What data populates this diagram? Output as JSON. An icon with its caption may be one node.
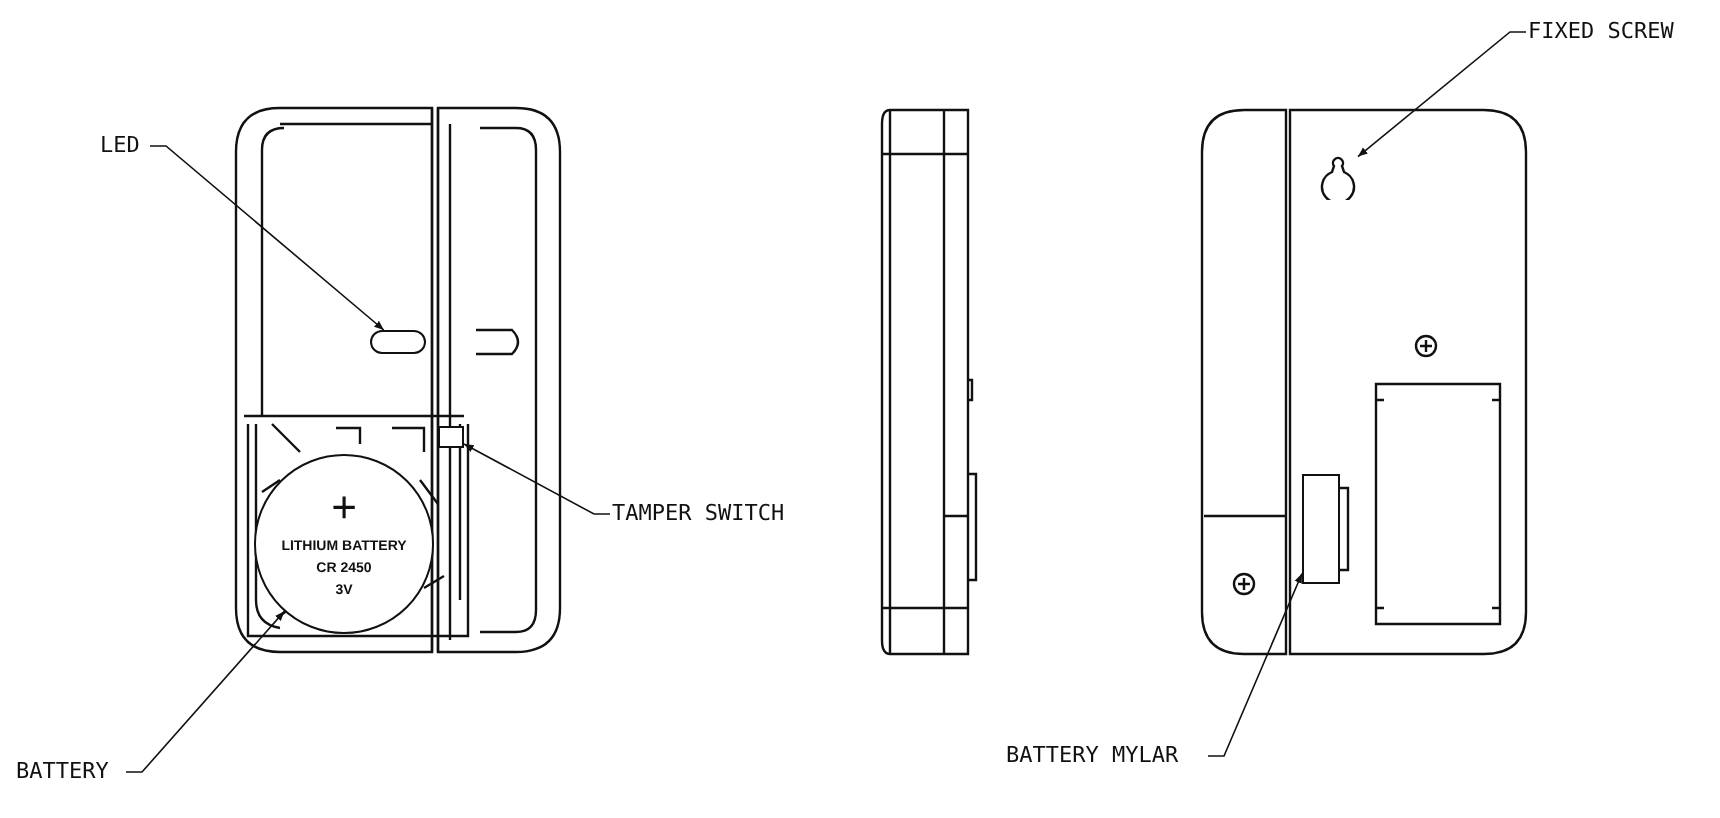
{
  "diagram": {
    "nodes": [
      {
        "text": [
          "LED"
        ]
      },
      {
        "text": [],
        "shape": "bar"
      },
      {
        "text": [
          "TAMPER SWITCH"
        ]
      },
      {
        "text": [],
        "shape": "box"
      },
      {
        "text": [
          "+",
          "LITHIUM BATTERY",
          "CR 2450",
          "3V"
        ]
      },
      {
        "text": [
          "BATTERY"
        ]
      },
      {
        "text": [
          "FIXED SCREW"
        ]
      },
      {
        "text": [],
        "shape": "picture"
      },
      {
        "text": [
          "BATTERY MYLAR"
        ]
      },
      {
        "text": [],
        "shape": "box"
      }
    ],
    "edges": [
      {
        "from": 0,
        "to": 1,
        "arrow": "to"
      },
      {
        "from": 2,
        "to": 3,
        "arrow": "to"
      },
      {
        "from": 5,
        "to": 4,
        "arrow": "to"
      },
      {
        "from": 6,
        "to": 7,
        "arrow": "to"
      },
      {
        "from": 8,
        "to": 9,
        "arrow": "to"
      }
    ]
  }
}
